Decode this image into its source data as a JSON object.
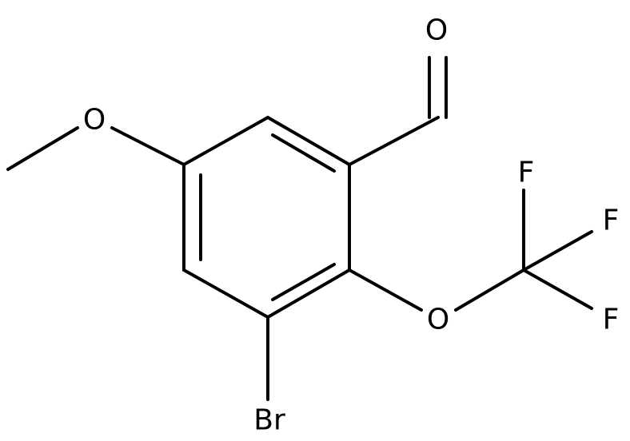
{
  "atoms": {
    "aldehyde_oxygen": "O",
    "methoxy_oxygen": "O",
    "ether_oxygen": "O",
    "fluorine_1": "F",
    "fluorine_2": "F",
    "fluorine_3": "F",
    "bromine": "Br"
  },
  "colors": {
    "bond": "#000000",
    "label": "#000000",
    "background": "#ffffff"
  }
}
